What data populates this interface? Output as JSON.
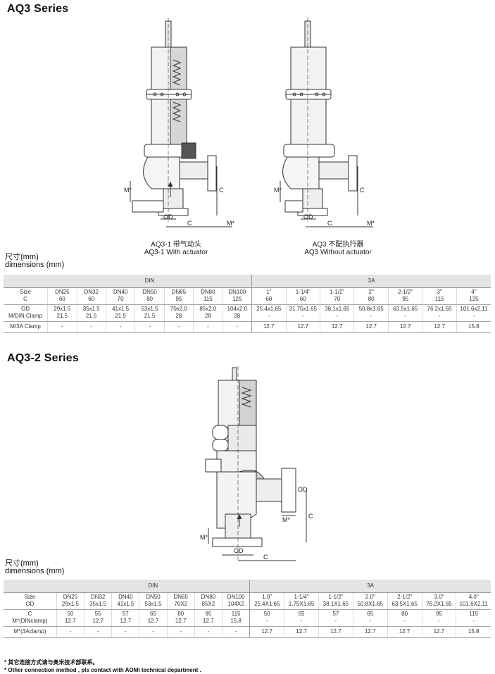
{
  "sections": [
    {
      "title": "AQ3 Series",
      "drawings": [
        {
          "cn": "AQ3-1 带气动头",
          "en": "AQ3-1 With actuator",
          "labels": {
            "od": "OD",
            "c_h": "C",
            "c_v": "C",
            "m_h": "M*",
            "m_v": "M*"
          }
        },
        {
          "cn": "AQ3 不配执行器",
          "en": "AQ3  Without actuator",
          "labels": {
            "od": "OD",
            "c_h": "C",
            "c_v": "C",
            "m_h": "M*",
            "m_v": "M*"
          }
        }
      ],
      "dim_cn": "尺寸(mm)",
      "dim_en": "dimensions (mm)",
      "table": {
        "groups": [
          "DIN",
          "3A"
        ],
        "rows": [
          {
            "label": [
              "Size",
              "C"
            ],
            "cells": [
              [
                "DN25",
                "60"
              ],
              [
                "DN32",
                "60"
              ],
              [
                "DN40",
                "70"
              ],
              [
                "DN50",
                "80"
              ],
              [
                "DN65",
                "95"
              ],
              [
                "DN80",
                "115"
              ],
              [
                "DN100",
                "125"
              ],
              [
                "1\"",
                "60"
              ],
              [
                "1-1/4\"",
                "60"
              ],
              [
                "1-1/2\"",
                "70"
              ],
              [
                "2\"",
                "80"
              ],
              [
                "2-1/2\"",
                "95"
              ],
              [
                "3\"",
                "115"
              ],
              [
                "4\"",
                "125"
              ]
            ]
          },
          {
            "label": [
              "OD",
              "M/DIN Clamp"
            ],
            "cells": [
              [
                "29x1.5",
                "21.5"
              ],
              [
                "35x1.5",
                "21.5"
              ],
              [
                "41x1.5",
                "21.5"
              ],
              [
                "53x1.5",
                "21.5"
              ],
              [
                "70x2.0",
                "28"
              ],
              [
                "85x2.0",
                "28"
              ],
              [
                "104x2.0",
                "28"
              ],
              [
                "25.4x1.65",
                "-"
              ],
              [
                "31.75x1.65",
                "-"
              ],
              [
                "38.1x1.65",
                "-"
              ],
              [
                "50.8x1.65",
                "-"
              ],
              [
                "63.5x1.65",
                "-"
              ],
              [
                "76.2x1.65",
                "-"
              ],
              [
                "101.6x2.11",
                "-"
              ]
            ]
          },
          {
            "label": [
              "M/3A Clamp"
            ],
            "cells": [
              [
                "-"
              ],
              [
                "-"
              ],
              [
                "-"
              ],
              [
                "-"
              ],
              [
                "-"
              ],
              [
                "-"
              ],
              [
                "-"
              ],
              [
                "12.7"
              ],
              [
                "12.7"
              ],
              [
                "12.7"
              ],
              [
                "12.7"
              ],
              [
                "12.7"
              ],
              [
                "12.7"
              ],
              [
                "15.8"
              ]
            ]
          }
        ]
      }
    },
    {
      "title": "AQ3-2 Series",
      "drawings": [
        {
          "labels": {
            "od_h": "OD",
            "od_v": "OD",
            "c_h": "C",
            "c_v": "C",
            "m_h": "M*",
            "m_v": "M*"
          }
        }
      ],
      "dim_cn": "尺寸(mm)",
      "dim_en": "dimensions (mm)",
      "table": {
        "groups": [
          "DIN",
          "3A"
        ],
        "rows": [
          {
            "label": [
              "Size",
              "OD"
            ],
            "cells": [
              [
                "DN25",
                "29x1.5"
              ],
              [
                "DN32",
                "35x1.5"
              ],
              [
                "DN40",
                "41x1.5"
              ],
              [
                "DN50",
                "53x1.5"
              ],
              [
                "DN65",
                "70X2"
              ],
              [
                "DN80",
                "85X2"
              ],
              [
                "DN100",
                "104X2"
              ],
              [
                "1.0\"",
                "25.4X1.65"
              ],
              [
                "1-1/4\"",
                "1.75X1.65"
              ],
              [
                "1-1/2\"",
                "38.1X1.65"
              ],
              [
                "2.0\"",
                "50.8X1.65"
              ],
              [
                "2-1/2\"",
                "63.5X1.65"
              ],
              [
                "3.0\"",
                "76.2X1.65"
              ],
              [
                "4.0\"",
                "101.6X2.11"
              ]
            ]
          },
          {
            "label": [
              "C",
              "M*(DINclamp)"
            ],
            "cells": [
              [
                "50",
                "12.7"
              ],
              [
                "55",
                "12.7"
              ],
              [
                "57",
                "12.7"
              ],
              [
                "65",
                "12.7"
              ],
              [
                "80",
                "12.7"
              ],
              [
                "95",
                "12.7"
              ],
              [
                "115",
                "15.8"
              ],
              [
                "50",
                "-"
              ],
              [
                "55",
                "-"
              ],
              [
                "57",
                "-"
              ],
              [
                "65",
                "-"
              ],
              [
                "80",
                "-"
              ],
              [
                "95",
                "-"
              ],
              [
                "115",
                "-"
              ]
            ]
          },
          {
            "label": [
              "M*(3Aclamp)"
            ],
            "cells": [
              [
                "-"
              ],
              [
                "-"
              ],
              [
                "-"
              ],
              [
                "-"
              ],
              [
                "-"
              ],
              [
                "-"
              ],
              [
                "-"
              ],
              [
                "12.7"
              ],
              [
                "12.7"
              ],
              [
                "12.7"
              ],
              [
                "12.7"
              ],
              [
                "12.7"
              ],
              [
                "12.7"
              ],
              [
                "15.8"
              ]
            ]
          }
        ]
      }
    }
  ],
  "notes": [
    "* 其它连接方式请与奥米技术部联系。",
    "* Other connection method , pls contact with AOMI technical department ."
  ]
}
